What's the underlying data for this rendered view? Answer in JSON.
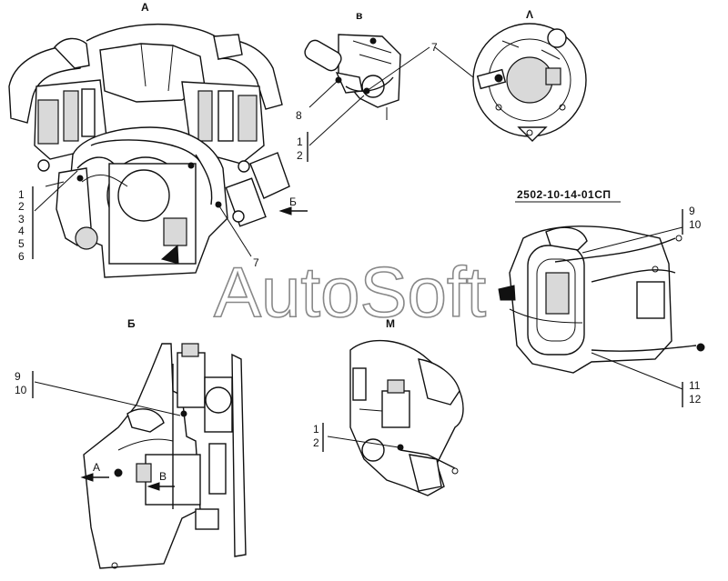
{
  "views": {
    "A": "А",
    "V": "в",
    "L": "Λ",
    "B": "Б",
    "M": "М"
  },
  "arrow_b_label": "Б",
  "arrow_a_label": "А",
  "arrow_v_label": "В",
  "drawing_code": "2502-10-14-01СП",
  "callouts": {
    "engine_left": [
      "1",
      "2",
      "3",
      "4",
      "5",
      "6"
    ],
    "engine_7": "7",
    "view_v_8": "8",
    "view_v_12": [
      "1",
      "2"
    ],
    "view_v_7": "7",
    "right_9_10": [
      "9",
      "10"
    ],
    "right_11_12": [
      "11",
      "12"
    ],
    "view_b_9_10": [
      "9",
      "10"
    ],
    "view_m_12": [
      "1",
      "2"
    ]
  },
  "watermark": "AutoSoft"
}
